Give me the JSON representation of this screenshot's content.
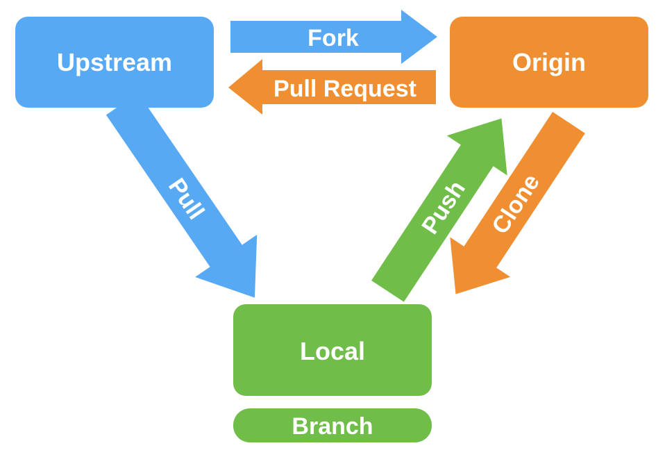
{
  "colors": {
    "blue": "#58a9f4",
    "orange": "#ef8f32",
    "green": "#71bd49",
    "label": "#ffffff"
  },
  "nodes": {
    "upstream": {
      "label": "Upstream",
      "color": "blue"
    },
    "origin": {
      "label": "Origin",
      "color": "orange"
    },
    "local": {
      "label": "Local",
      "color": "green"
    },
    "branch": {
      "label": "Branch",
      "color": "green"
    }
  },
  "edges": {
    "fork": {
      "label": "Fork",
      "from": "Upstream",
      "to": "Origin",
      "color": "blue"
    },
    "pull_request": {
      "label": "Pull Request",
      "from": "Origin",
      "to": "Upstream",
      "color": "orange"
    },
    "pull": {
      "label": "Pull",
      "from": "Upstream",
      "to": "Local",
      "color": "blue"
    },
    "push": {
      "label": "Push",
      "from": "Local",
      "to": "Origin",
      "color": "green"
    },
    "clone": {
      "label": "Clone",
      "from": "Origin",
      "to": "Local",
      "color": "orange"
    }
  }
}
